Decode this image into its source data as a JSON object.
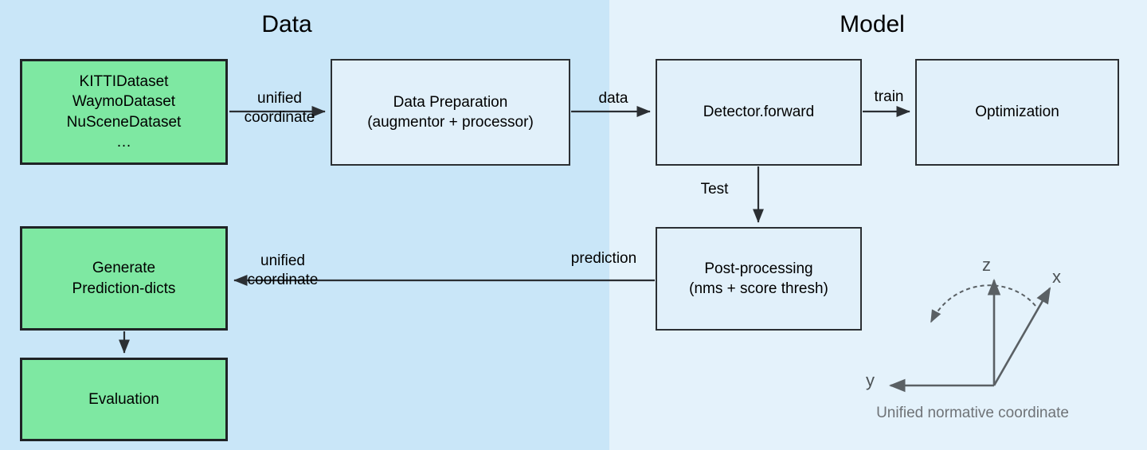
{
  "panels": {
    "data": {
      "title": "Data",
      "bg": "#c9e6f8"
    },
    "model": {
      "title": "Model",
      "bg": "#e4f2fb"
    }
  },
  "nodes": {
    "datasets": "KITTIDataset\nWaymoDataset\nNuSceneDataset\n…",
    "data_preparation": "Data Preparation\n(augmentor + processor)",
    "detector_forward": "Detector.forward",
    "optimization": "Optimization",
    "post_processing": "Post-processing\n(nms + score thresh)",
    "generate_prediction_dicts": "Generate\nPrediction-dicts",
    "evaluation": "Evaluation"
  },
  "edges": {
    "unified_coordinate_top": "unified\ncoordinate",
    "data": "data",
    "train": "train",
    "test": "Test",
    "prediction": "prediction",
    "unified_coordinate_bottom": "unified\ncoordinate"
  },
  "coordinate_widget": {
    "caption": "Unified normative coordinate",
    "axes": {
      "z": "z",
      "x": "x",
      "y": "y"
    },
    "color": "#6f7377"
  },
  "colors": {
    "node_green": "#7ee8a2",
    "node_blue": "#e1f0fa",
    "stroke": "#2b2f33",
    "green_stroke": "#1f2326"
  }
}
